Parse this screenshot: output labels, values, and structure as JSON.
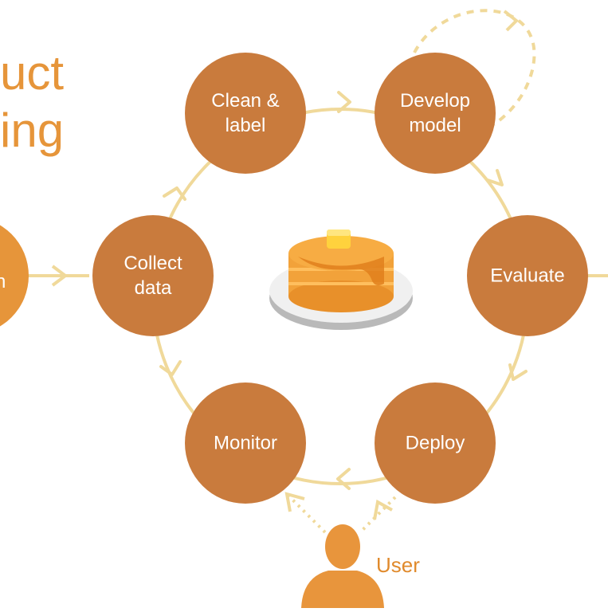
{
  "title_fragments": [
    "uct",
    "ing"
  ],
  "cut_node_label": "n",
  "nodes": [
    {
      "id": "clean",
      "label": "Clean &\nlabel"
    },
    {
      "id": "develop",
      "label": "Develop\nmodel"
    },
    {
      "id": "evaluate",
      "label": "Evaluate"
    },
    {
      "id": "deploy",
      "label": "Deploy"
    },
    {
      "id": "monitor",
      "label": "Monitor"
    },
    {
      "id": "collect",
      "label": "Collect\ndata"
    }
  ],
  "user_label": "User",
  "colors": {
    "node": "#c97b3d",
    "cut_node": "#e6953a",
    "arrow": "#f0d99a",
    "user": "#e8953c",
    "title": "#e6953a"
  },
  "icons": [
    "pancake-stack-icon",
    "user-silhouette-icon"
  ]
}
